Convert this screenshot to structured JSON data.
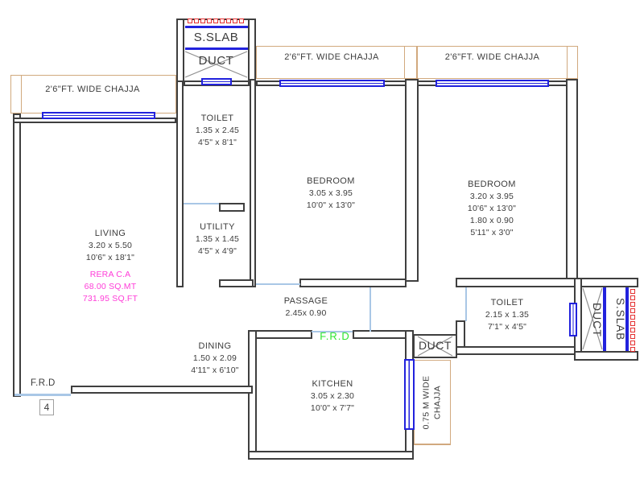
{
  "colors": {
    "wall": "#3f3f3f",
    "text": "#3c3c3c",
    "window_blue": "#2222dd",
    "door_blue": "#a9c7e6",
    "chajja_tan": "#d1a97e",
    "magenta": "#ff3cd8",
    "green": "#2ee52e",
    "red": "#e53030"
  },
  "plan": {
    "rooms": [
      {
        "id": "living",
        "lines": [
          "LIVING",
          "3.20 x 5.50",
          "10'6\" x 18'1\""
        ]
      },
      {
        "id": "toilet1",
        "lines": [
          "TOILET",
          "1.35 x 2.45",
          "4'5\" x 8'1\""
        ]
      },
      {
        "id": "utility",
        "lines": [
          "UTILITY",
          "1.35 x 1.45",
          "4'5\" x 4'9\""
        ]
      },
      {
        "id": "bedroom1",
        "lines": [
          "BEDROOM",
          "3.05 x 3.95",
          "10'0\" x 13'0\""
        ]
      },
      {
        "id": "bedroom2",
        "lines": [
          "BEDROOM",
          "3.20 x 3.95",
          "10'6\" x 13'0\"",
          "1.80 x 0.90",
          "5'11\" x 3'0\""
        ]
      },
      {
        "id": "toilet2",
        "lines": [
          "TOILET",
          "2.15 x 1.35",
          "7'1\" x 4'5\""
        ]
      },
      {
        "id": "passage",
        "lines": [
          "PASSAGE",
          "2.45x 0.90"
        ]
      },
      {
        "id": "dining",
        "lines": [
          "DINING",
          "1.50 x 2.09",
          "4'11\" x 6'10\""
        ]
      },
      {
        "id": "kitchen",
        "lines": [
          "KITCHEN",
          "3.05 x 2.30",
          "10'0\" x 7'7\""
        ]
      }
    ],
    "rera": {
      "lines": [
        "RERA C.A",
        "68.00 SQ.MT",
        "731.95 SQ.FT"
      ]
    },
    "chajja_labels": {
      "top_left": "2'6\"FT. WIDE CHAJJA",
      "top_middle": "2'6\"FT. WIDE CHAJJA",
      "top_right": "2'6\"FT. WIDE CHAJJA",
      "side": [
        "0.75 M WIDE",
        "CHAJJA"
      ]
    },
    "service": {
      "top_slab": "S.SLAB",
      "top_duct": "DUCT",
      "kitchen_duct": "DUCT",
      "right_duct": "DUCT",
      "right_slab": "S.SLAB"
    },
    "doors": {
      "entry_label": "F.R.D",
      "kitchen_label": "F.R.D"
    },
    "unit_number": "4"
  }
}
